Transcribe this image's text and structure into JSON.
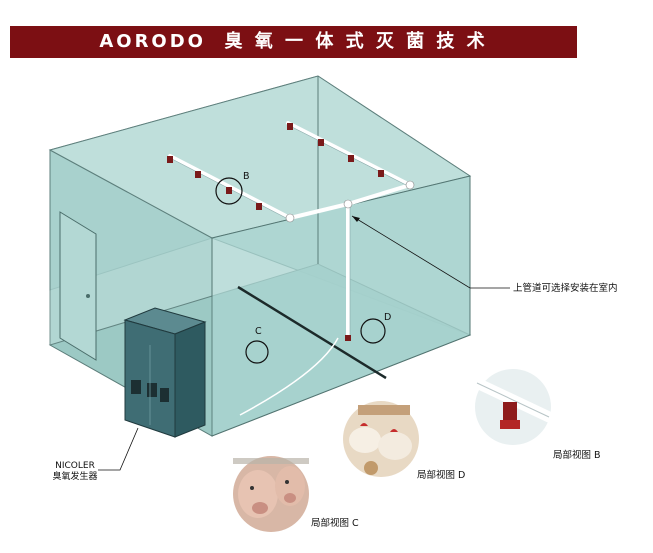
{
  "header": {
    "title": "AORODO  臭 氧 一 体 式 灭 菌 技 术",
    "banner_color": "#7c0f13"
  },
  "room": {
    "fill_color": "#a9d4d0",
    "pipe_note": "上管道可选择安装在室内",
    "markers": {
      "b": "B",
      "c": "C",
      "d": "D"
    }
  },
  "generator": {
    "brand": "NICOLER",
    "name": "臭氧发生器",
    "cabinet_color": "#3f6d74"
  },
  "details": {
    "c_label": "局部视图 C",
    "d_label": "局部视图 D",
    "b_label": "局部视图 B"
  },
  "icons": [
    "door-icon",
    "pipe-nozzle-icon",
    "pig-photo",
    "chicken-photo",
    "nozzle-closeup-photo"
  ]
}
